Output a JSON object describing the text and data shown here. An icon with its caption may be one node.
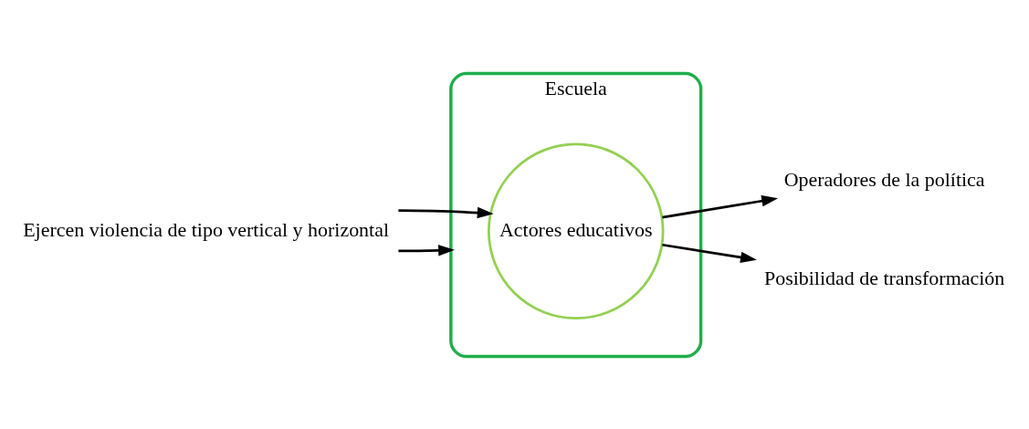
{
  "diagram": {
    "nodes": [
      {
        "text": [
          "Escuela"
        ]
      },
      {
        "text": [
          "Actores educativos"
        ],
        "in": 0
      },
      {
        "text": [
          "Operadores de la política"
        ]
      },
      {
        "text": [
          "Posibilidad de transformación"
        ]
      },
      {
        "text": [
          "Ejercen violencia de tipo vertical y horizontal"
        ]
      }
    ],
    "edges": [
      {
        "from": 1,
        "to": 2,
        "arrow": "to"
      },
      {
        "from": 1,
        "to": 3,
        "arrow": "to"
      },
      {
        "from": 4,
        "to": 0,
        "arrow": "to"
      },
      {
        "from": 4,
        "to": 1,
        "arrow": "to"
      }
    ]
  }
}
